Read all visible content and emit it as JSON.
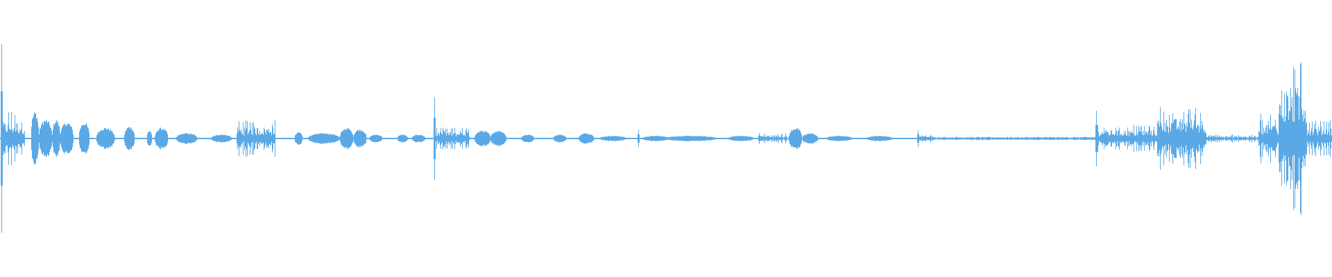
{
  "waveform": {
    "color": "#5aa9e6",
    "background": "#ffffff",
    "amplitude_scale": "relative (0–1)",
    "segments": [
      {
        "kind": "spike",
        "t": 0.001,
        "amp": 0.68
      },
      {
        "kind": "burst",
        "t0": 0.002,
        "t1": 0.018,
        "amp": 0.2
      },
      {
        "kind": "blob",
        "t": 0.026,
        "amp": 0.2,
        "w": 0.006
      },
      {
        "kind": "blob",
        "t": 0.034,
        "amp": 0.14,
        "w": 0.01
      },
      {
        "kind": "blob",
        "t": 0.042,
        "amp": 0.14,
        "w": 0.006
      },
      {
        "kind": "blob",
        "t": 0.05,
        "amp": 0.12,
        "w": 0.01
      },
      {
        "kind": "blob",
        "t": 0.063,
        "amp": 0.12,
        "w": 0.008
      },
      {
        "kind": "blob",
        "t": 0.079,
        "amp": 0.08,
        "w": 0.014
      },
      {
        "kind": "blob",
        "t": 0.097,
        "amp": 0.09,
        "w": 0.008
      },
      {
        "kind": "blob",
        "t": 0.112,
        "amp": 0.06,
        "w": 0.004
      },
      {
        "kind": "blob",
        "t": 0.121,
        "amp": 0.08,
        "w": 0.01
      },
      {
        "kind": "blob",
        "t": 0.14,
        "amp": 0.04,
        "w": 0.016
      },
      {
        "kind": "blob",
        "t": 0.166,
        "amp": 0.03,
        "w": 0.016
      },
      {
        "kind": "burst",
        "t0": 0.178,
        "t1": 0.206,
        "amp": 0.14
      },
      {
        "kind": "blob",
        "t": 0.224,
        "amp": 0.05,
        "w": 0.006
      },
      {
        "kind": "blob",
        "t": 0.243,
        "amp": 0.04,
        "w": 0.024
      },
      {
        "kind": "blob",
        "t": 0.26,
        "amp": 0.08,
        "w": 0.01
      },
      {
        "kind": "blob",
        "t": 0.27,
        "amp": 0.07,
        "w": 0.01
      },
      {
        "kind": "blob",
        "t": 0.282,
        "amp": 0.03,
        "w": 0.01
      },
      {
        "kind": "blob",
        "t": 0.302,
        "amp": 0.03,
        "w": 0.008
      },
      {
        "kind": "blob",
        "t": 0.314,
        "amp": 0.03,
        "w": 0.01
      },
      {
        "kind": "spike",
        "t": 0.326,
        "amp": 0.3
      },
      {
        "kind": "burst",
        "t0": 0.327,
        "t1": 0.352,
        "amp": 0.08
      },
      {
        "kind": "blob",
        "t": 0.362,
        "amp": 0.06,
        "w": 0.012
      },
      {
        "kind": "blob",
        "t": 0.374,
        "amp": 0.06,
        "w": 0.012
      },
      {
        "kind": "blob",
        "t": 0.396,
        "amp": 0.03,
        "w": 0.01
      },
      {
        "kind": "blob",
        "t": 0.42,
        "amp": 0.03,
        "w": 0.01
      },
      {
        "kind": "blob",
        "t": 0.44,
        "amp": 0.04,
        "w": 0.012
      },
      {
        "kind": "blob",
        "t": 0.46,
        "amp": 0.02,
        "w": 0.02
      },
      {
        "kind": "spike",
        "t": 0.479,
        "amp": 0.06
      },
      {
        "kind": "blob",
        "t": 0.492,
        "amp": 0.02,
        "w": 0.02
      },
      {
        "kind": "blob",
        "t": 0.518,
        "amp": 0.02,
        "w": 0.04
      },
      {
        "kind": "blob",
        "t": 0.556,
        "amp": 0.02,
        "w": 0.02
      },
      {
        "kind": "spike",
        "t": 0.57,
        "amp": 0.04
      },
      {
        "kind": "burst",
        "t0": 0.571,
        "t1": 0.59,
        "amp": 0.04
      },
      {
        "kind": "blob",
        "t": 0.597,
        "amp": 0.08,
        "w": 0.01
      },
      {
        "kind": "blob",
        "t": 0.608,
        "amp": 0.04,
        "w": 0.012
      },
      {
        "kind": "blob",
        "t": 0.63,
        "amp": 0.02,
        "w": 0.02
      },
      {
        "kind": "blob",
        "t": 0.66,
        "amp": 0.02,
        "w": 0.02
      },
      {
        "kind": "spike",
        "t": 0.689,
        "amp": 0.06
      },
      {
        "kind": "burst",
        "t0": 0.69,
        "t1": 0.7,
        "amp": 0.03
      },
      {
        "kind": "flat",
        "t0": 0.7,
        "t1": 0.822,
        "amp": 0.008
      },
      {
        "kind": "spike",
        "t": 0.823,
        "amp": 0.2
      },
      {
        "kind": "burst",
        "t0": 0.824,
        "t1": 0.868,
        "amp": 0.1
      },
      {
        "kind": "burst",
        "t0": 0.869,
        "t1": 0.905,
        "amp": 0.24
      },
      {
        "kind": "burst",
        "t0": 0.905,
        "t1": 0.944,
        "amp": 0.03
      },
      {
        "kind": "burst",
        "t0": 0.945,
        "t1": 0.96,
        "amp": 0.18
      },
      {
        "kind": "burst",
        "t0": 0.96,
        "t1": 0.98,
        "amp": 0.62
      },
      {
        "kind": "burst",
        "t0": 0.98,
        "t1": 1.0,
        "amp": 0.14
      }
    ]
  }
}
